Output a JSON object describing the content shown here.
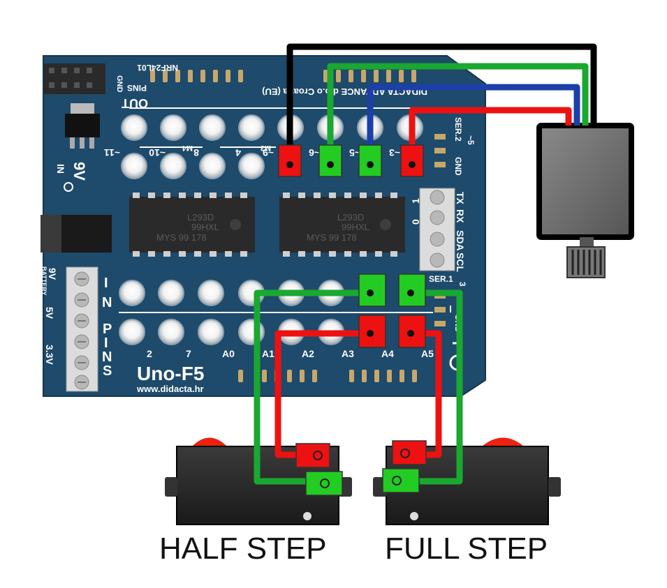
{
  "board": {
    "name": "Uno-F5",
    "website": "www.didacta.hr",
    "company": "DIDACTA ADVANCE d.o.o Croatia (EU)",
    "nrf_header": "NRF24L01",
    "gnd_top": "GND",
    "pins_out": [
      "PINS",
      "OUT"
    ],
    "pins_in": [
      "I",
      "N",
      "P",
      "I",
      "N",
      "S"
    ],
    "power_in": "9V",
    "power_in_tag": "IN",
    "battery": [
      "9V",
      "BATTERY"
    ],
    "five_v": "5V",
    "three_v": "3.3V",
    "out_labels_row": [
      "~11",
      "~10",
      "8",
      "4",
      "~9",
      "~6",
      "~5",
      "~3"
    ],
    "motor_labels": [
      "M4",
      "M3"
    ],
    "in_labels_row": [
      "2",
      "7",
      "A0",
      "A1",
      "A2",
      "A3",
      "A4",
      "A5"
    ],
    "chip_text": [
      "L293D",
      "99HXL",
      "MYS 99 178"
    ],
    "i2c_labels": [
      "TX",
      "RX",
      "SDA",
      "SCL"
    ],
    "serial_top": "SER.2",
    "serial_mid": "SER.1",
    "serial_gnd": "GND",
    "serial_num": "~5",
    "bottom_num": "3",
    "term_nums": [
      "1",
      "0"
    ]
  },
  "switches": {
    "left_label": "HALF STEP",
    "right_label": "FULL STEP"
  },
  "colors": {
    "board": "#1e4a6b",
    "wire_black": "#000000",
    "wire_green": "#19a830",
    "wire_blue": "#1c3fa8",
    "wire_red": "#ee1111",
    "connector_green": "#22cc22",
    "connector_red": "#ee1111"
  }
}
